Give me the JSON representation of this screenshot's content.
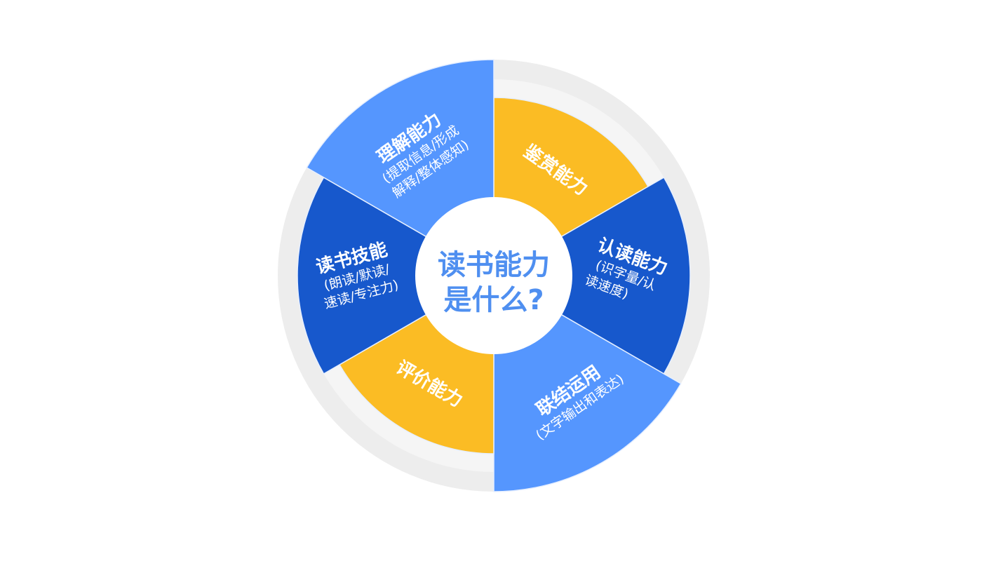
{
  "center": {
    "line1": "读书能力",
    "line2": "是什么?"
  },
  "colors": {
    "yellow": "#fbbc24",
    "dark_blue": "#1758cc",
    "light_blue": "#5596fe",
    "ring_outer": "#ededed",
    "ring_inner": "#f5f5f5"
  },
  "segments": [
    {
      "title": "鉴赏能力",
      "lines": [],
      "color": "yellow"
    },
    {
      "title": "认读能力",
      "lines": [
        "(识字量/认",
        "读速度)"
      ],
      "color": "dark_blue"
    },
    {
      "title": "联结运用",
      "lines": [
        "(文字输出和表达)"
      ],
      "color": "light_blue"
    },
    {
      "title": "评价能力",
      "lines": [],
      "color": "yellow"
    },
    {
      "title": "读书技能",
      "lines": [
        "(朗读/默读/",
        "速读/专注力)"
      ],
      "color": "dark_blue"
    },
    {
      "title": "理解能力",
      "lines": [
        "(提取信息/形成",
        "解释/整体感知)"
      ],
      "color": "light_blue"
    }
  ]
}
